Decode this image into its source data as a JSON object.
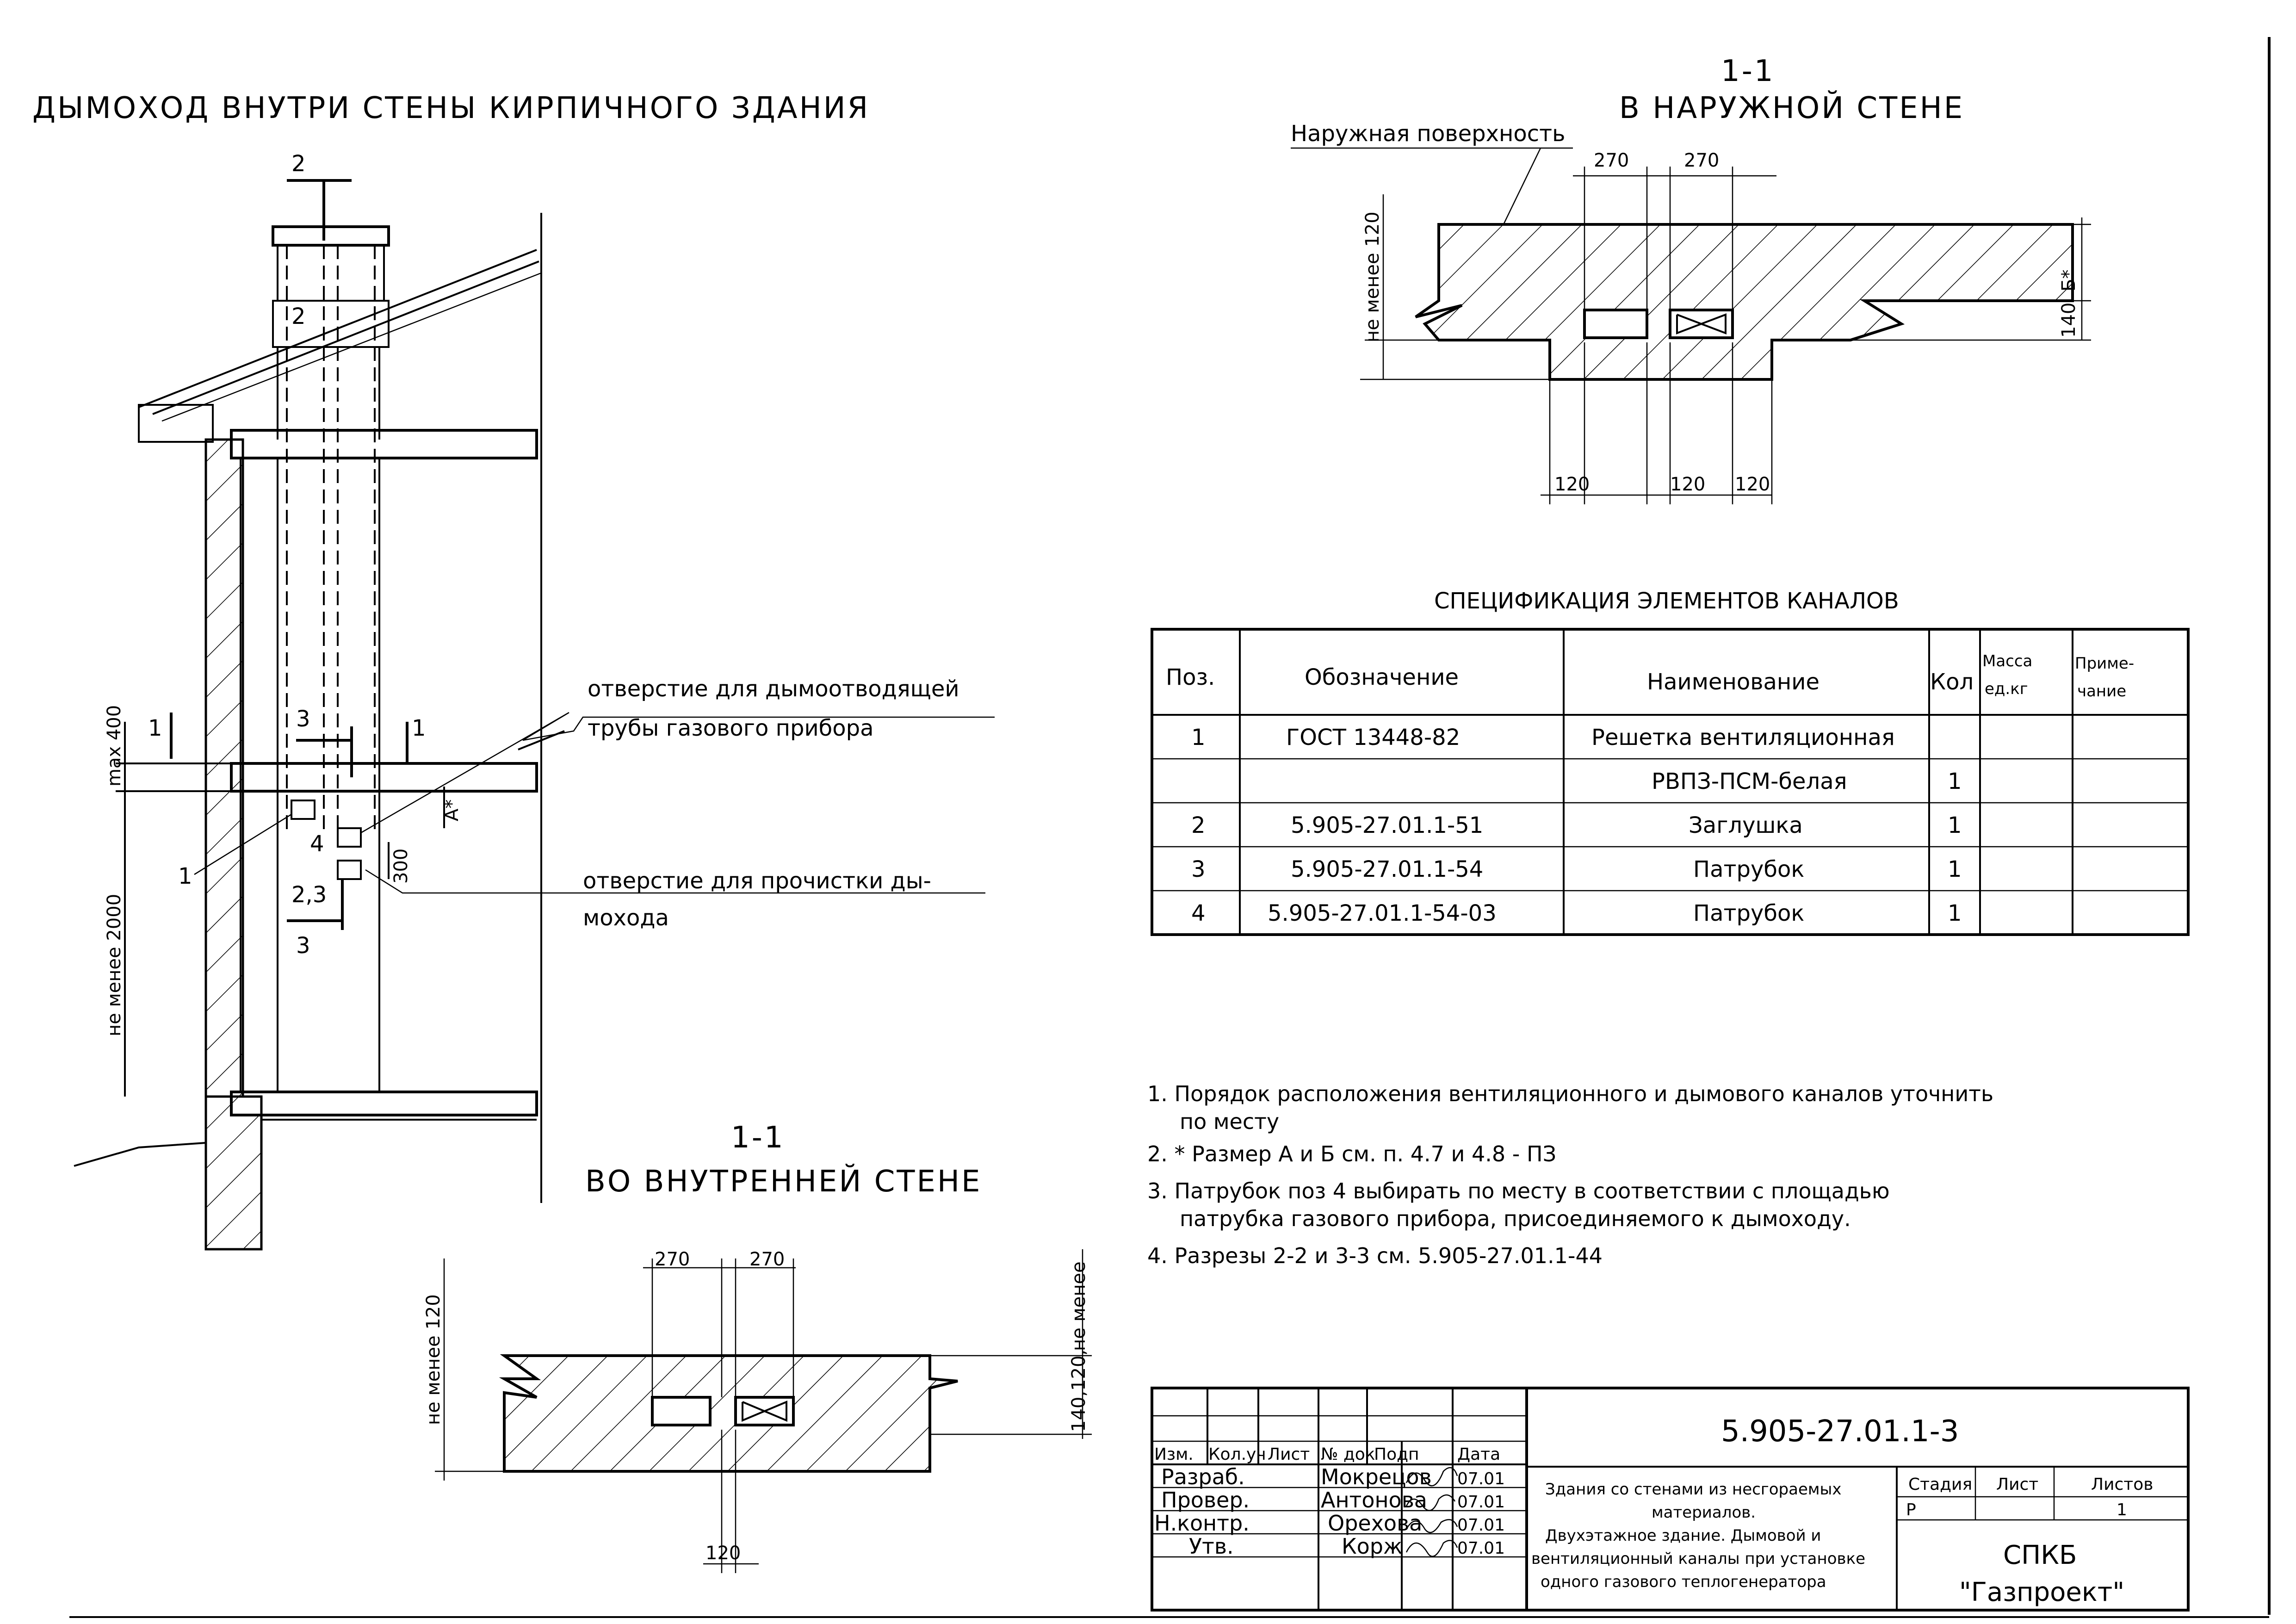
{
  "main_title": "ДЫМОХОД ВНУТРИ СТЕНЫ КИРПИЧНОГО ЗДАНИЯ",
  "elevation": {
    "section_mark_2": "2",
    "section_mark_3": "3",
    "section_mark_1": "1",
    "pos_4": "4",
    "pos_1": "1",
    "pos_23": "2,3",
    "max400": "max 400",
    "min2000": "не менее 2000",
    "dim300": "300",
    "dimA": "А*",
    "hole_flue_line1": "отверстие для дымоотводящей",
    "hole_flue_line2": "трубы газового прибора",
    "hole_clean_line1": "отверстие для прочистки ды-",
    "hole_clean_line2": "мохода"
  },
  "section_outer": {
    "mark": "1-1",
    "title": "В НАРУЖНОЙ СТЕНЕ",
    "surface_label": "Наружная поверхность",
    "dim_270a": "270",
    "dim_270b": "270",
    "dim_min120": "не менее 120",
    "dim_B": "Б*",
    "dim_140": "140",
    "dim_120a": "120",
    "dim_120b": "120",
    "dim_120c": "120"
  },
  "section_inner": {
    "mark": "1-1",
    "title": "ВО ВНУТРЕННЕЙ СТЕНЕ",
    "dim_270a": "270",
    "dim_270b": "270",
    "dim_min120_left": "не менее 120",
    "dim_min120_right": "не менее",
    "dim_120_140": "140,120,",
    "dim_120_bottom": "120"
  },
  "spec": {
    "title": "СПЕЦИФИКАЦИЯ ЭЛЕМЕНТОВ КАНАЛОВ",
    "headers": {
      "pos": "Поз.",
      "designation": "Обозначение",
      "name": "Наименование",
      "qty": "Кол",
      "mass_l1": "Масса",
      "mass_l2": "ед.кг",
      "note_l1": "Приме-",
      "note_l2": "чание"
    },
    "rows": [
      {
        "pos": "1",
        "designation": "ГОСТ 13448-82",
        "name": "Решетка вентиляционная",
        "qty": ""
      },
      {
        "pos": "",
        "designation": "",
        "name": "РВПЗ-ПСМ-белая",
        "qty": "1"
      },
      {
        "pos": "2",
        "designation": "5.905-27.01.1-51",
        "name": "Заглушка",
        "qty": "1"
      },
      {
        "pos": "3",
        "designation": "5.905-27.01.1-54",
        "name": "Патрубок",
        "qty": "1"
      },
      {
        "pos": "4",
        "designation": "5.905-27.01.1-54-03",
        "name": "Патрубок",
        "qty": "1"
      }
    ]
  },
  "notes": {
    "n1a": "1. Порядок расположения вентиляционного и дымового каналов уточнить",
    "n1b": "по месту",
    "n2": "2. * Размер А и Б см. п. 4.7 и 4.8 - ПЗ",
    "n3a": "3. Патрубок поз 4 выбирать по месту в соответствии с площадью",
    "n3b": "патрубка газового прибора, присоединяемого к дымоходу.",
    "n4": "4. Разрезы 2-2 и 3-3 см. 5.905-27.01.1-44"
  },
  "stamp": {
    "doc_code": "5.905-27.01.1-3",
    "h_izm": "Изм.",
    "h_kol": "Кол.уч",
    "h_list": "Лист",
    "h_ndok": "№ док",
    "h_podp": "Подп",
    "h_data": "Дата",
    "roles": [
      {
        "role": "Разраб.",
        "name": "Мокрецов",
        "date": "07.01"
      },
      {
        "role": "Провер.",
        "name": "Антонова",
        "date": "07.01"
      },
      {
        "role": "Н.контр.",
        "name": "Орехова",
        "date": "07.01"
      },
      {
        "role": "Утв.",
        "name": "Корж",
        "date": "07.01"
      }
    ],
    "desc_l1": "Здания со стенами из несгораемых",
    "desc_l2": "материалов.",
    "desc_l3": "Двухэтажное здание. Дымовой и",
    "desc_l4": "вентиляционный каналы при установке",
    "desc_l5": "одного газового теплогенератора",
    "stage_h": "Стадия",
    "sheet_h": "Лист",
    "sheets_h": "Листов",
    "stage": "Р",
    "sheets": "1",
    "org_l1": "СПКБ",
    "org_l2": "\"Газпроект\""
  }
}
